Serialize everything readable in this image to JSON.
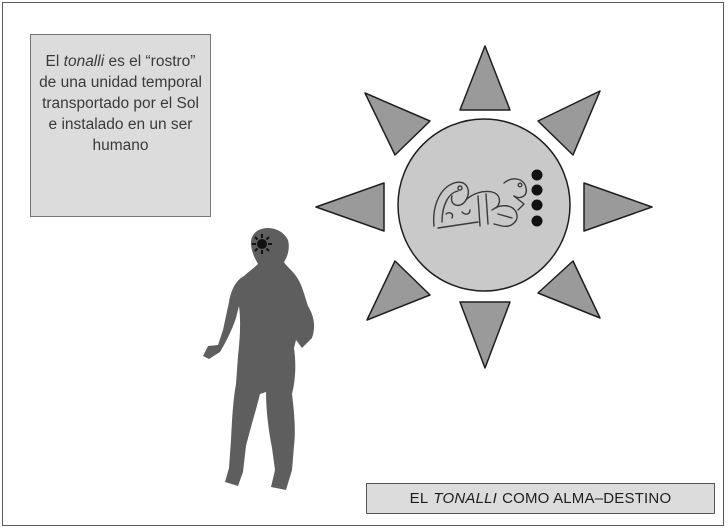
{
  "note": {
    "prefix": "El ",
    "emphasis": "tonalli",
    "rest": " es el “rostro” de una unidad temporal transportado por el Sol e instalado en un ser humano"
  },
  "caption": {
    "prefix": "EL",
    "emphasis": "TONALLI",
    "rest": "COMO ALMA–DESTINO"
  },
  "sun": {
    "ray_count": 8,
    "day_count_dots": 4,
    "glyph_icon": "serpent-glyph-icon"
  },
  "figure": {
    "icon": "human-silhouette-icon",
    "head_emblem": "small-sun-icon"
  },
  "colors": {
    "box_fill": "#dcdcdc",
    "ray_fill": "#9a9a9a",
    "sun_disc_fill": "#c9c9c9",
    "silhouette": "#5e5e5e",
    "outline": "#1e1e1e"
  }
}
